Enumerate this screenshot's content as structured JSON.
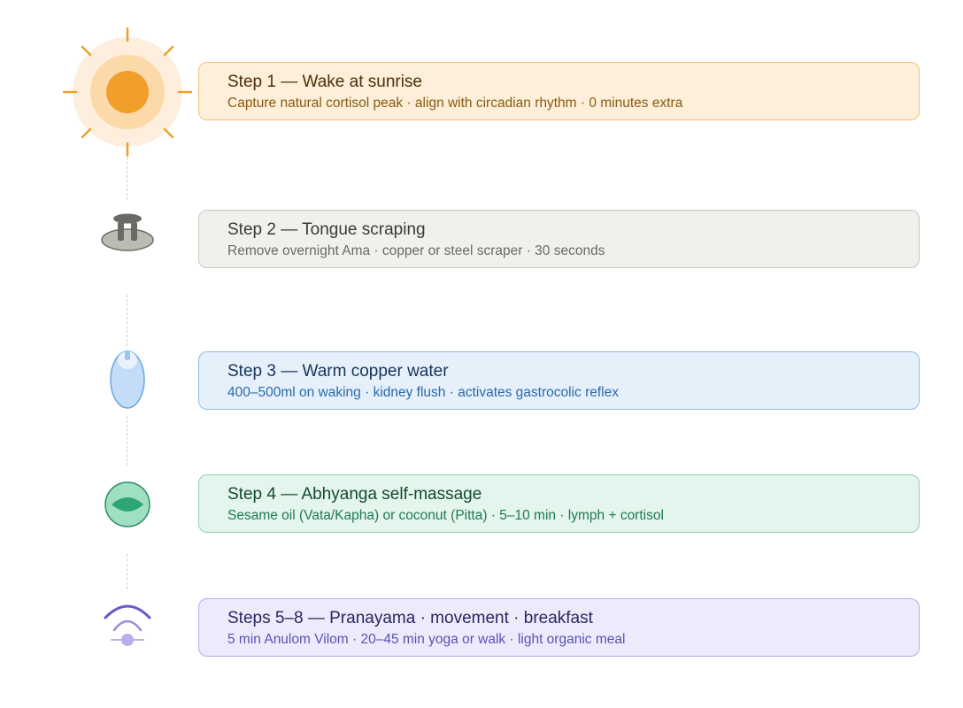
{
  "steps": [
    {
      "title": "Step 1 — Wake at sunrise",
      "detail": "Capture natural cortisol peak · align with circadian rhythm · 0 minutes extra",
      "icon": "sun-icon"
    },
    {
      "title": "Step 2 — Tongue scraping",
      "detail": "Remove overnight Ama · copper or steel scraper · 30 seconds",
      "icon": "tongue-scraper-icon"
    },
    {
      "title": "Step 3 — Warm copper water",
      "detail": "400–500ml on waking · kidney flush · activates gastrocolic reflex",
      "icon": "water-drop-icon"
    },
    {
      "title": "Step 4 — Abhyanga self-massage",
      "detail": "Sesame oil (Vata/Kapha) or coconut (Pitta) · 5–10 min · lymph + cortisol",
      "icon": "leaf-icon"
    },
    {
      "title": "Steps 5–8 — Pranayama · movement · breakfast",
      "detail": "5 min Anulom Vilom · 20–45 min yoga or walk · light organic meal",
      "icon": "breath-wave-icon"
    }
  ],
  "colors": {
    "sun": "#f0a02a",
    "scraper": "#6b6a64",
    "water": "#6aa6e0",
    "leaf": "#2fa574",
    "breath": "#6a58c8"
  }
}
